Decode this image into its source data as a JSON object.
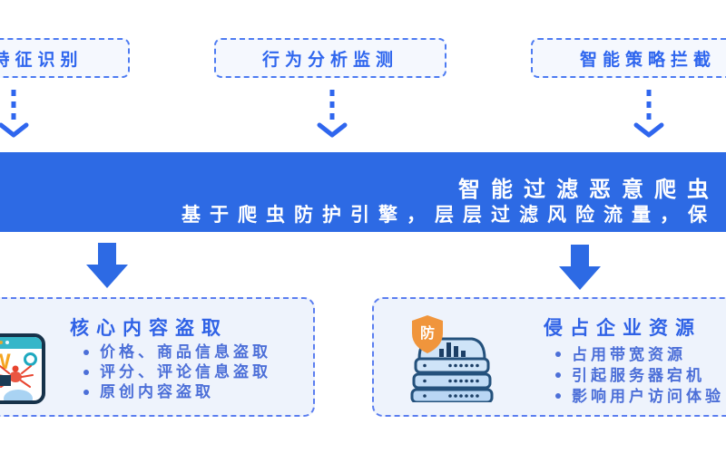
{
  "colors": {
    "primary_blue": "#2d6ae4",
    "dashed_border_blue": "#4d7bf2",
    "box_fill": "#f5f8fe",
    "card_fill": "#eef3fc",
    "box_text_blue": "#2f66ee",
    "card_title_blue": "#2f62e6",
    "bullet_text_blue": "#4c6fd8",
    "banner_text": "#ffffff",
    "shield_orange": "#f0953c",
    "server_navy": "#24517c",
    "server_fill": "#c9e0f7",
    "device_teal": "#35b6c9",
    "device_orange": "#f5a623",
    "spider_red": "#e8442e"
  },
  "top_boxes": [
    {
      "label": "特征识别"
    },
    {
      "label": "行为分析监测"
    },
    {
      "label": "智能策略拦截"
    }
  ],
  "banner": {
    "title": "智能过滤恶意爬虫",
    "subtitle": "基于爬虫防护引擎，层层过滤风险流量，保"
  },
  "cards": [
    {
      "title": "核心内容盗取",
      "bullets": [
        "价格、商品信息盗取",
        "评分、评论信息盗取",
        "原创内容盗取"
      ],
      "icon_letter": "W"
    },
    {
      "title": "侵占企业资源",
      "bullets": [
        "占用带宽资源",
        "引起服务器宕机",
        "影响用户访问体验"
      ],
      "badge": "防"
    }
  ]
}
